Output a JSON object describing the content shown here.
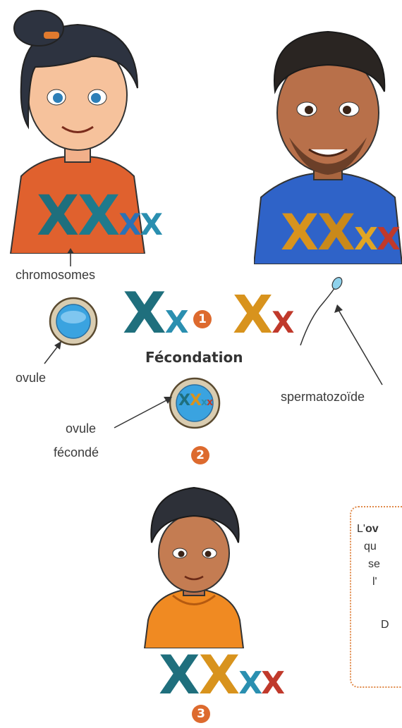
{
  "labels": {
    "chromosomes": "chromosomes",
    "fecondation": "Fécondation",
    "ovule": "ovule",
    "ovule_feconde_1": "ovule",
    "ovule_feconde_2": "fécondé",
    "spermatozoide": "spermatozoïde"
  },
  "steps": {
    "one": "1",
    "two": "2",
    "three": "3"
  },
  "chromosome_letters": {
    "big": "X",
    "small": "x"
  },
  "textbox": {
    "line1_pre": "L'",
    "line1_bold": "ov",
    "line2": "qu",
    "line3": "se",
    "line4": "l'",
    "line5": "D"
  },
  "colors": {
    "mother_chromosome": "#1f7a8c",
    "father_chromosome": "#d89a1f",
    "father_y": "#c0392b",
    "step_badge": "#dd6a2e",
    "ovum_blue": "#3aa3e0"
  }
}
